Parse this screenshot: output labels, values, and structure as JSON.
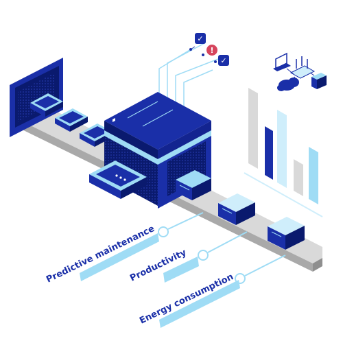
{
  "labels": {
    "predictive_maintenance": "Predictive maintenance",
    "productivity": "Productivity",
    "energy_consumption": "Energy consumption"
  },
  "status_icons": [
    {
      "icon": "check-icon",
      "symbol": "✓",
      "color": "#1a2fa8"
    },
    {
      "icon": "alert-icon",
      "symbol": "!",
      "color": "#d6455d"
    },
    {
      "icon": "check-icon",
      "symbol": "✓",
      "color": "#1a2fa8"
    }
  ],
  "colors": {
    "dark_blue": "#1a2fa8",
    "navy": "#0a1a6e",
    "light_blue": "#9fdcf5",
    "pale_blue": "#cfeefb",
    "belt_gray": "#d9d9d9",
    "belt_dark": "#b5b5b5",
    "alert_red": "#d6455d"
  },
  "icons": [
    "laptop-icon",
    "router-icon",
    "cloud-icon",
    "server-icon",
    "bar-chart-icon"
  ]
}
